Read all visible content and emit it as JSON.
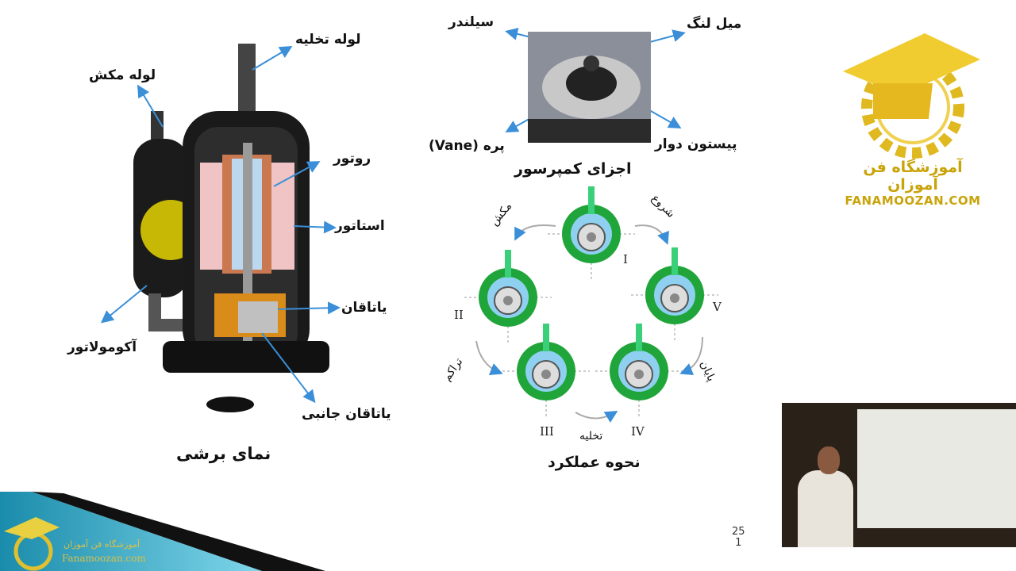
{
  "cutaway": {
    "title": "نمای برشی",
    "labels": {
      "discharge": "لوله تخلیه",
      "suction": "لوله مکش",
      "rotor": "روتور",
      "stator": "استاتور",
      "bearing": "یاتاقان",
      "accumulator": "آکومولاتور",
      "side_bearing": "یاتاقان جانبی"
    }
  },
  "parts": {
    "title": "اجزای کمپرسور",
    "labels": {
      "cylinder": "سیلندر",
      "crankshaft": "میل لنگ",
      "vane": "پره (Vane)",
      "rolling_piston": "پیستون دوار"
    }
  },
  "operation": {
    "title": "نحوه عملکرد",
    "stages": {
      "suction": "مکش",
      "start": "شروع",
      "compression": "تراکم",
      "end": "پایان",
      "discharge": "تخلیه"
    },
    "numerals": [
      "I",
      "II",
      "III",
      "IV",
      "V"
    ]
  },
  "logo": {
    "name_fa": "آموزشگاه فن آموزان",
    "name_en": "FANAMOOZAN.COM",
    "color": "#c9a30a"
  },
  "bottom_logo": {
    "name_fa": "آموزشگاه فن آموزان",
    "name_en": "Fanamoozan.com"
  },
  "page": {
    "number": "25",
    "sub": "1"
  }
}
